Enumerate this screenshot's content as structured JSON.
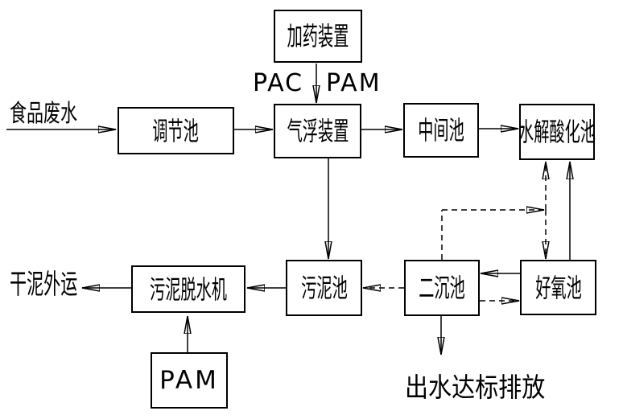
{
  "diagram": {
    "type": "process-flow",
    "background_color": "#ffffff",
    "line_color": "#000000",
    "nodes": [
      {
        "id": "dosing-device",
        "label": "加药装置"
      },
      {
        "id": "regulating-tank",
        "label": "调节池"
      },
      {
        "id": "air-flotation-device",
        "label": "气浮装置"
      },
      {
        "id": "intermediate-tank",
        "label": "中间池"
      },
      {
        "id": "hydrolysis-acidification-tank",
        "label": "水解酸化池"
      },
      {
        "id": "aerobic-tank",
        "label": "好氧池"
      },
      {
        "id": "secondary-sedimentation-tank",
        "label": "二沉池"
      },
      {
        "id": "sludge-tank",
        "label": "污泥池"
      },
      {
        "id": "sludge-dewatering-machine",
        "label": "污泥脱水机"
      },
      {
        "id": "pam-dosing",
        "label": "PAM"
      }
    ],
    "annotations": [
      {
        "id": "influent",
        "text": "食品废水"
      },
      {
        "id": "pac",
        "text": "PAC"
      },
      {
        "id": "pam-chemical",
        "text": "PAM"
      },
      {
        "id": "dry-sludge-out",
        "text": "干泥外运"
      },
      {
        "id": "effluent",
        "text": "出水达标排放"
      }
    ],
    "edges": [
      {
        "id": "influent-to-regulating",
        "from": "食品废水",
        "to": "调节池",
        "style": "solid"
      },
      {
        "id": "regulating-to-flotation",
        "from": "调节池",
        "to": "气浮装置",
        "style": "solid"
      },
      {
        "id": "dosing-to-flotation",
        "from": "加药装置",
        "to": "气浮装置",
        "style": "solid",
        "note": "PAC PAM"
      },
      {
        "id": "flotation-to-intermediate",
        "from": "气浮装置",
        "to": "中间池",
        "style": "solid"
      },
      {
        "id": "intermediate-to-hydrolysis",
        "from": "中间池",
        "to": "水解酸化池",
        "style": "solid"
      },
      {
        "id": "flotation-to-sludge",
        "from": "气浮装置",
        "to": "污泥池",
        "style": "solid"
      },
      {
        "id": "aerobic-to-hydrolysis",
        "from": "好氧池",
        "to": "水解酸化池",
        "style": "solid"
      },
      {
        "id": "recycle-branch-to-hydrolysis",
        "from": "二沉池",
        "to": "水解酸化池",
        "style": "dashed"
      },
      {
        "id": "recycle-branch-to-aerobic",
        "from": "二沉池",
        "to": "好氧池",
        "style": "dashed"
      },
      {
        "id": "aerobic-to-secondary",
        "from": "好氧池",
        "to": "二沉池",
        "style": "solid"
      },
      {
        "id": "secondary-to-aerobic-return",
        "from": "二沉池",
        "to": "好氧池",
        "style": "dashed"
      },
      {
        "id": "secondary-to-sludge",
        "from": "二沉池",
        "to": "污泥池",
        "style": "dashed"
      },
      {
        "id": "sludge-to-dewatering",
        "from": "污泥池",
        "to": "污泥脱水机",
        "style": "solid"
      },
      {
        "id": "dewatering-to-dry-sludge",
        "from": "污泥脱水机",
        "to": "干泥外运",
        "style": "solid"
      },
      {
        "id": "pam-to-dewatering",
        "from": "PAM",
        "to": "污泥脱水机",
        "style": "solid"
      },
      {
        "id": "secondary-to-effluent",
        "from": "二沉池",
        "to": "出水达标排放",
        "style": "solid"
      }
    ]
  }
}
